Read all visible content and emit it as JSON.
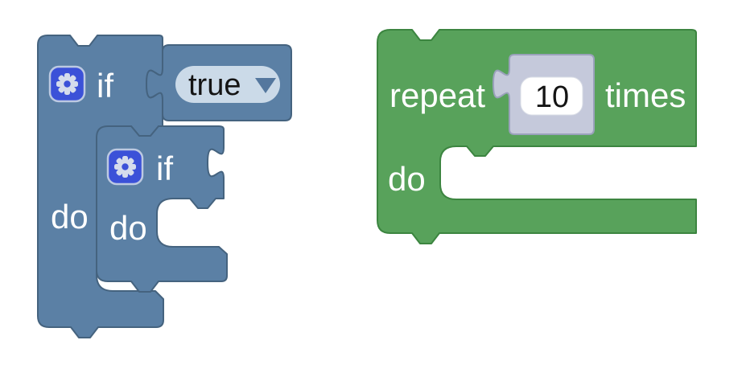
{
  "workspace": {
    "app": "Blockly block editor",
    "background": "#ffffff"
  },
  "colors": {
    "logic_block": "#5b80a5",
    "logic_border": "#45637f",
    "loop_block": "#58a25b",
    "loop_border": "#3c8540",
    "gear_button": "#3b51d8",
    "gear_glyph": "#d5dcec",
    "dropdown_field": "#cbdae8",
    "dropdown_arrow": "#54779e",
    "number_block": "#c5c9db",
    "number_block_border": "#9aa1bb",
    "field_background": "#ffffff",
    "label_text": "#ffffff",
    "field_text": "#141414"
  },
  "if_stack": {
    "outer": {
      "type": "controls_if",
      "if_label": "if",
      "do_label": "do"
    },
    "condition": {
      "type": "logic_boolean",
      "value": "true"
    },
    "nested": {
      "type": "controls_if",
      "if_label": "if",
      "do_label": "do"
    }
  },
  "repeat_block": {
    "type": "controls_repeat",
    "repeat_label": "repeat",
    "count": "10",
    "times_label": "times",
    "do_label": "do"
  }
}
